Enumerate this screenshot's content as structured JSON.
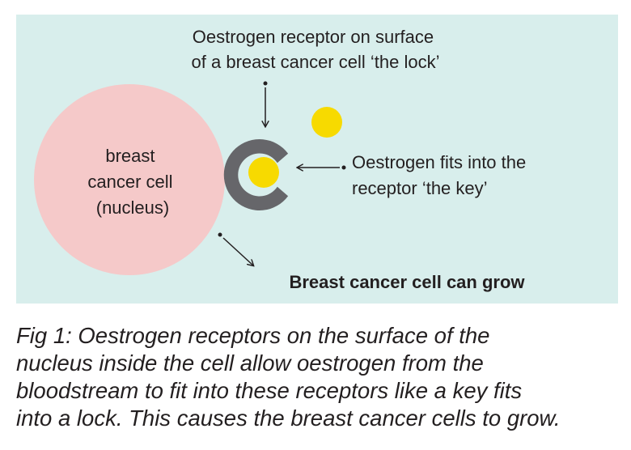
{
  "colors": {
    "panel": "#d8eeec",
    "cell": "#f5c9c9",
    "receptor": "#66666a",
    "oestrogen": "#f7da00",
    "text": "#231f20"
  },
  "diagram": {
    "cell_label": [
      "breast",
      "cancer cell",
      "(nucleus)"
    ],
    "receptor_label": [
      "Oestrogen receptor on surface",
      "of a breast cancer cell ‘the lock’"
    ],
    "oestrogen_label": [
      "Oestrogen fits into the",
      "receptor ‘the key’"
    ],
    "result_label": "Breast cancer cell can grow"
  },
  "caption": {
    "lines": [
      "Fig 1: Oestrogen receptors on the surface of the",
      "nucleus inside the cell allow oestrogen from the",
      "bloodstream to fit into these receptors like a key fits",
      "into a lock. This causes the breast cancer cells to grow."
    ]
  }
}
